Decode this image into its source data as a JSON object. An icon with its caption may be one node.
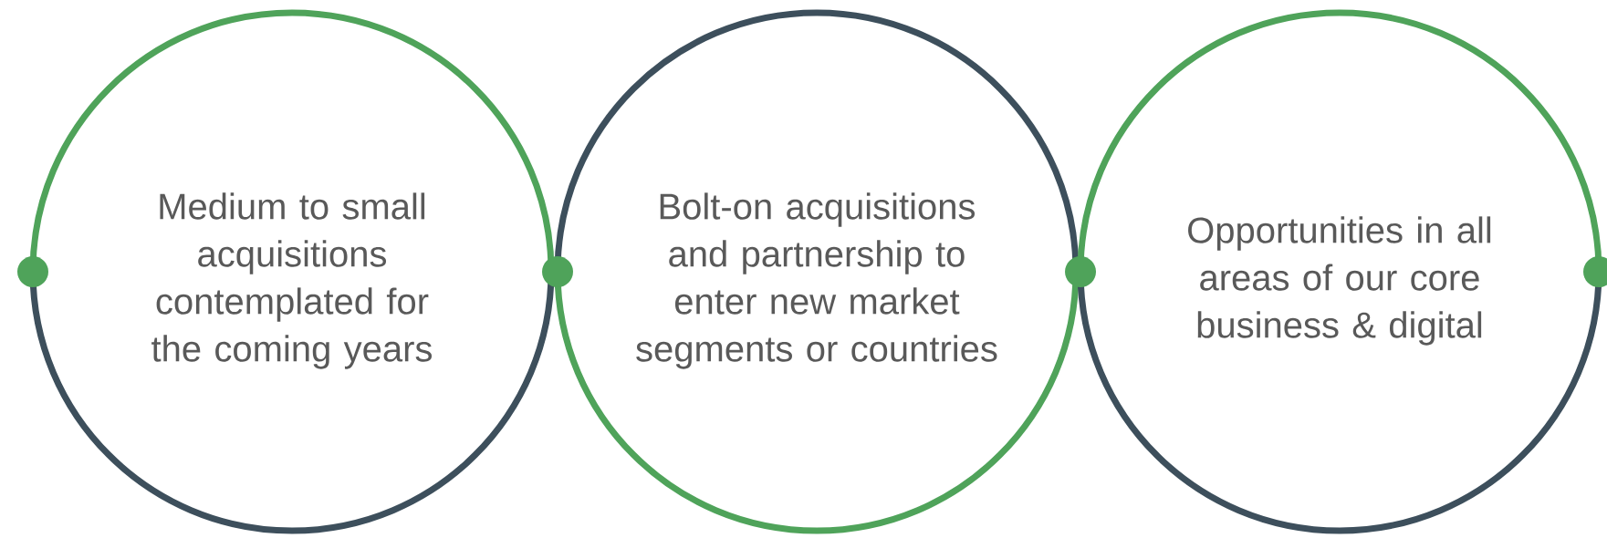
{
  "diagram": {
    "nodes": [
      {
        "text": [
          "Medium to small acquisitions contemplated for the coming years"
        ]
      },
      {
        "text": [
          "Bolt-on acquisitions and partnership to enter new market segments or countries"
        ]
      },
      {
        "text": [
          "Opportunities in all areas of our core business & digital"
        ]
      }
    ]
  }
}
